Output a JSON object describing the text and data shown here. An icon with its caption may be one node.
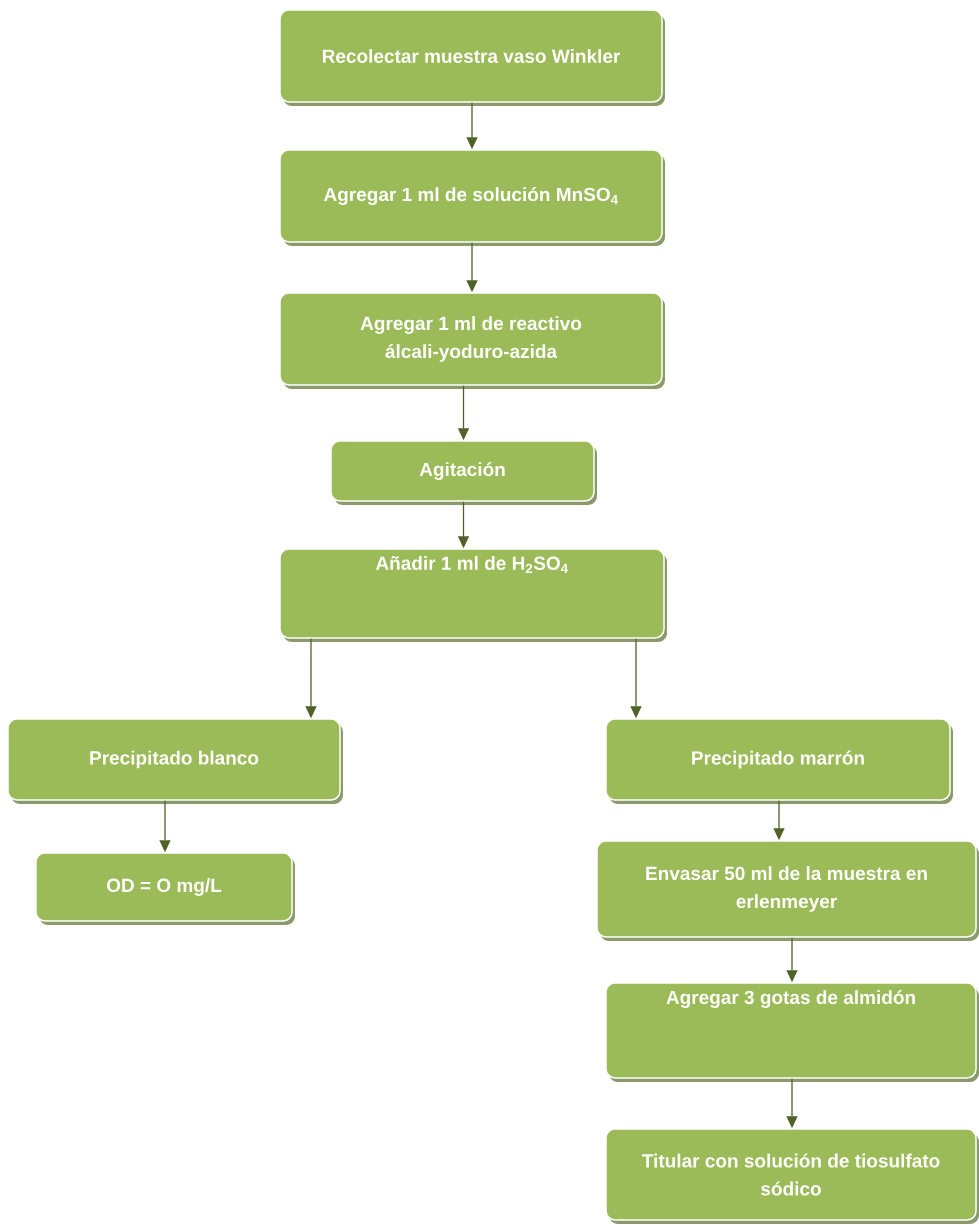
{
  "diagram": {
    "nodes": [
      {
        "text": [
          "Recolectar muestra vaso Winkler"
        ]
      },
      {
        "text": [
          "Agregar 1 ml de solución MnSO$_{4}$"
        ]
      },
      {
        "text": [
          "Agregar 1 ml de reactivo álcali-yoduro-azida"
        ]
      },
      {
        "text": [
          "Agitación"
        ]
      },
      {
        "text": [
          "Añadir 1 ml de H$_{2}$SO$_{4}$"
        ]
      },
      {
        "text": [
          "Precipitado blanco"
        ]
      },
      {
        "text": [
          "OD = O mg/L"
        ]
      },
      {
        "text": [
          "Precipitado marrón"
        ]
      },
      {
        "text": [
          "Envasar 50 ml de la muestra en erlenmeyer"
        ]
      },
      {
        "text": [
          "Agregar 3 gotas de almidón"
        ]
      },
      {
        "text": [
          "Titular con solución de tiosulfato sódico"
        ]
      }
    ],
    "edges": [
      {
        "from": 0,
        "to": 1,
        "arrow": "to"
      },
      {
        "from": 1,
        "to": 2,
        "arrow": "to"
      },
      {
        "from": 2,
        "to": 3,
        "arrow": "to"
      },
      {
        "from": 3,
        "to": 4,
        "arrow": "to"
      },
      {
        "from": 4,
        "to": 5,
        "arrow": "to"
      },
      {
        "from": 4,
        "to": 7,
        "arrow": "to"
      },
      {
        "from": 5,
        "to": 6,
        "arrow": "to"
      },
      {
        "from": 7,
        "to": 8,
        "arrow": "to"
      },
      {
        "from": 8,
        "to": 9,
        "arrow": "to"
      },
      {
        "from": 9,
        "to": 10,
        "arrow": "to"
      }
    ]
  }
}
